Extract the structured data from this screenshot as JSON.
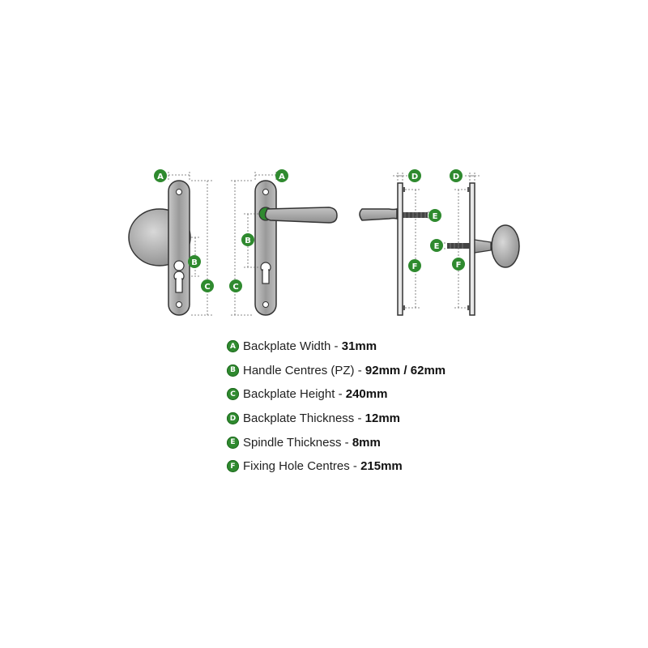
{
  "marker_color": "#2f8a2f",
  "diagram_markers": {
    "a": "A",
    "b": "B",
    "c": "C",
    "d": "D",
    "e": "E",
    "f": "F"
  },
  "legend": [
    {
      "marker": "A",
      "label": "Backplate Width",
      "value": "31mm"
    },
    {
      "marker": "B",
      "label": "Handle Centres (PZ)",
      "value": "92mm / 62mm"
    },
    {
      "marker": "C",
      "label": "Backplate Height",
      "value": "240mm"
    },
    {
      "marker": "D",
      "label": "Backplate Thickness",
      "value": "12mm"
    },
    {
      "marker": "E",
      "label": "Spindle Thickness",
      "value": "8mm"
    },
    {
      "marker": "F",
      "label": "Fixing Hole Centres",
      "value": "215mm"
    }
  ],
  "legend_separator": " - "
}
